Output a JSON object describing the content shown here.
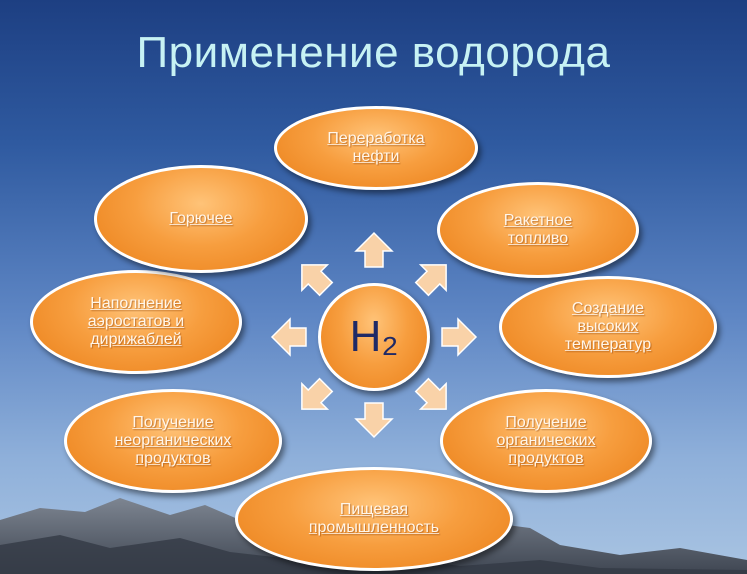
{
  "title": "Применение водорода",
  "center": {
    "label": "H₂"
  },
  "nodes": [
    {
      "id": "oil",
      "label": "Переработка\nнефти"
    },
    {
      "id": "rocket",
      "label": "Ракетное\nтопливо"
    },
    {
      "id": "hightemp",
      "label": "Создание\nвысоких\nтемператур"
    },
    {
      "id": "organic",
      "label": "Получение\nорганических\nпродуктов"
    },
    {
      "id": "food",
      "label": "Пищевая\nпромышленность"
    },
    {
      "id": "inorganic",
      "label": "Получение\nнеорганических\nпродуктов"
    },
    {
      "id": "balloons",
      "label": "Наполнение\nаэростатов и\nдирижаблей"
    },
    {
      "id": "fuel",
      "label": "Горючее"
    }
  ],
  "colors": {
    "node_fill": "#f79e3f",
    "node_border": "#ffffff",
    "arrow_fill": "#f9d2a8",
    "title": "#c7f2f4",
    "center_text": "#1f2a66"
  }
}
